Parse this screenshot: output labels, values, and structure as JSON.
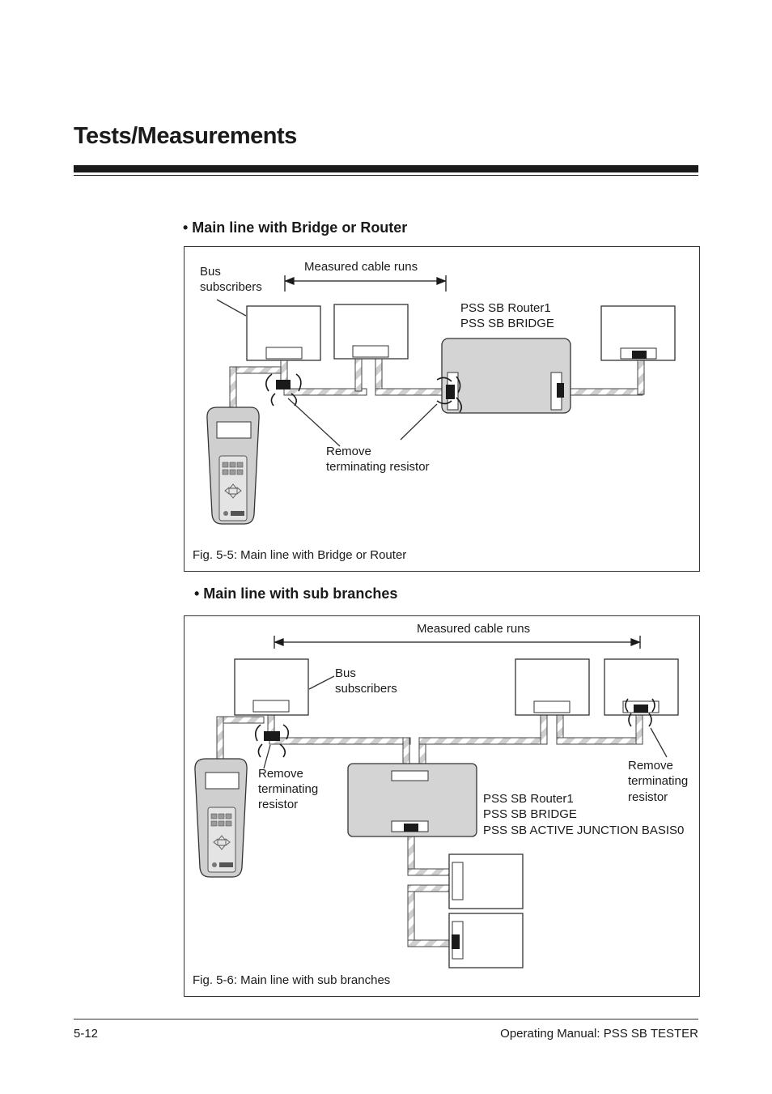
{
  "header": {
    "title": "Tests/Measurements"
  },
  "section1": {
    "heading": "• Main line with Bridge or Router",
    "labels": {
      "bus": "Bus",
      "subscribers": "subscribers",
      "measured": "Measured cable runs",
      "router": "PSS SB Router1",
      "bridge": "PSS SB BRIDGE",
      "remove": "Remove",
      "terminating": "terminating resistor"
    },
    "caption": "Fig. 5-5:   Main line with Bridge or Router"
  },
  "section2": {
    "heading": "•  Main line with sub branches",
    "labels": {
      "measured": "Measured cable runs",
      "bus": "Bus",
      "subscribers": "subscribers",
      "remove": "Remove",
      "terminating": "terminating",
      "resistor": "resistor",
      "router": "PSS SB Router1",
      "bridge": "PSS SB BRIDGE",
      "junction": "PSS SB ACTIVE JUNCTION BASIS0"
    },
    "caption": "Fig. 5-6: Main line with sub branches"
  },
  "footer": {
    "page": "5-12",
    "manual": "Operating Manual: PSS SB TESTER"
  }
}
